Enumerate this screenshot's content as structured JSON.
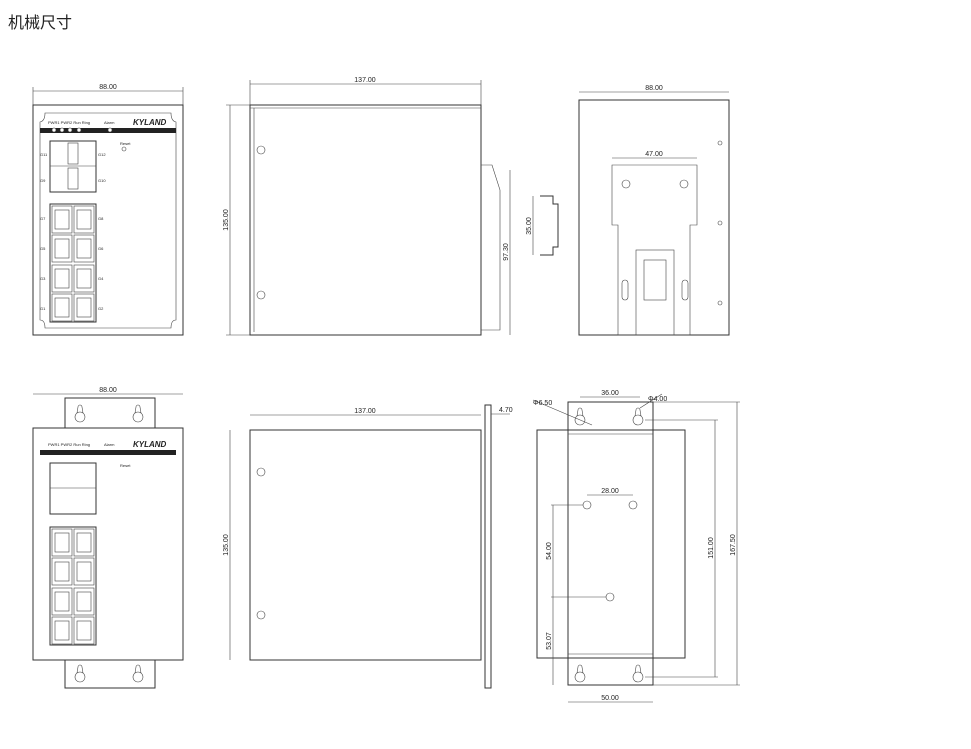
{
  "title": "机械尺寸",
  "front": {
    "width_dim": "88.00",
    "leds": "PWR1 PWR2 Run Ring",
    "alarm": "Alarm",
    "reset": "Reset",
    "logo": "KYLAND",
    "ports_left": [
      "G11",
      "G9",
      "G7",
      "G5",
      "G3",
      "G1"
    ],
    "ports_right": [
      "G12",
      "G10",
      "G8",
      "G6",
      "G4",
      "G2"
    ]
  },
  "side": {
    "depth_dim": "137.00",
    "height_dim": "135.00",
    "din_dim": "97.30",
    "flange_dim": "4.70"
  },
  "rail": {
    "dim": "35.00"
  },
  "back": {
    "width_dim": "88.00",
    "clip_dim": "47.00"
  },
  "wall": {
    "hole_dia": "Φ6.50",
    "slot_dia": "Φ4.00",
    "slot_spacing": "36.00",
    "screw_spacing": "28.00",
    "screw_v": "54.00",
    "bottom_v": "53.07",
    "hole_v": "151.00",
    "total_v": "167.50",
    "width": "50.00"
  }
}
